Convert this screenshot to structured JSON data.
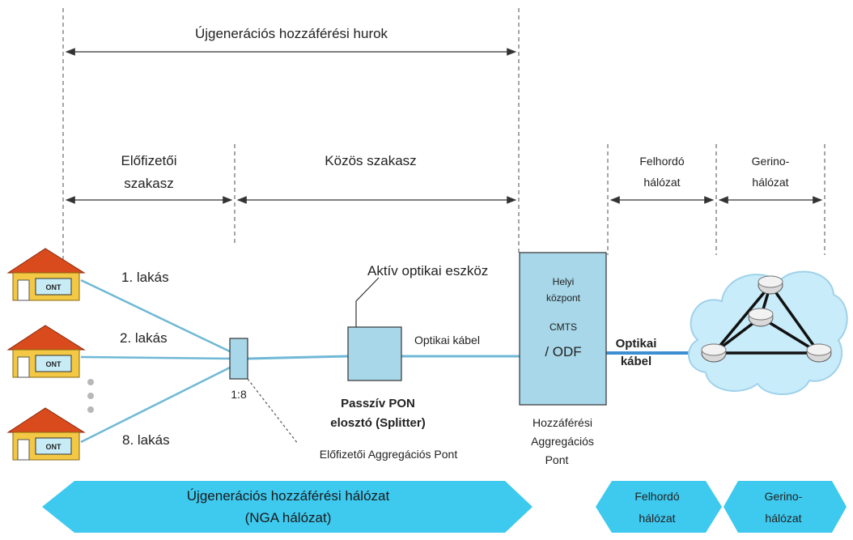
{
  "spans": {
    "nga_loop": "Újgenerációs hozzáférési hurok",
    "subscriber_line1": "Előfizetői",
    "subscriber_line2": "szakasz",
    "common": "Közös szakasz",
    "backhaul_line1": "Felhordó",
    "backhaul_line2": "hálózat",
    "core_line1": "Gerino-",
    "core_line2": "hálózat"
  },
  "homes": [
    {
      "label": "1. lakás",
      "device": "ONT"
    },
    {
      "label": "2. lakás",
      "device": "ONT"
    },
    {
      "label": "8. lakás",
      "device": "ONT"
    }
  ],
  "splitter": {
    "ratio": "1:8",
    "name_line1": "Passzív PON",
    "name_line2": "elosztó (Splitter)",
    "aggregation": "Előfizetői Aggregációs Pont"
  },
  "active_device": "Aktív optikai eszköz",
  "fiber_label": "Optikai kábel",
  "central_office": {
    "line1": "Helyi",
    "line2": "központ",
    "line3": "CMTS",
    "line4": "/ ODF",
    "caption1": "Hozzáférési",
    "caption2": "Aggregációs",
    "caption3": "Pont"
  },
  "backhaul_fiber": {
    "line1": "Optikai",
    "line2": "kábel"
  },
  "banners": {
    "nga_line1": "Újgenerációs hozzáférési hálózat",
    "nga_line2": "(NGA hálózat)",
    "backhaul_line1": "Felhordó",
    "backhaul_line2": "hálózat",
    "core_line1": "Gerino-",
    "core_line2": "hálózat"
  },
  "colors": {
    "banner": "#3ec9ef",
    "cloud": "#c9ecfa",
    "fiber": "#6fb8d6",
    "box": "#a7d7e8",
    "roof": "#d94a1c"
  }
}
